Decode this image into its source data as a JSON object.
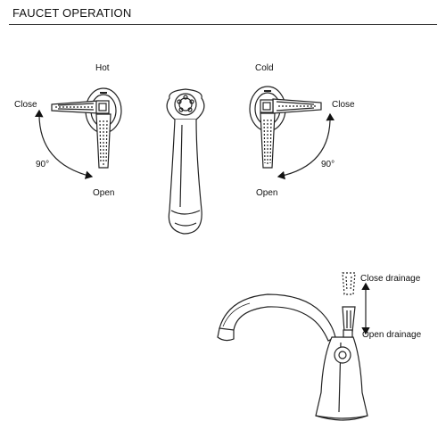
{
  "title": "FAUCET OPERATION",
  "labels": {
    "hot": "Hot",
    "cold": "Cold",
    "close": "Close",
    "open": "Open",
    "angle": "90°",
    "close_drainage": "Close drainage",
    "open_drainage": "Open drainage"
  }
}
